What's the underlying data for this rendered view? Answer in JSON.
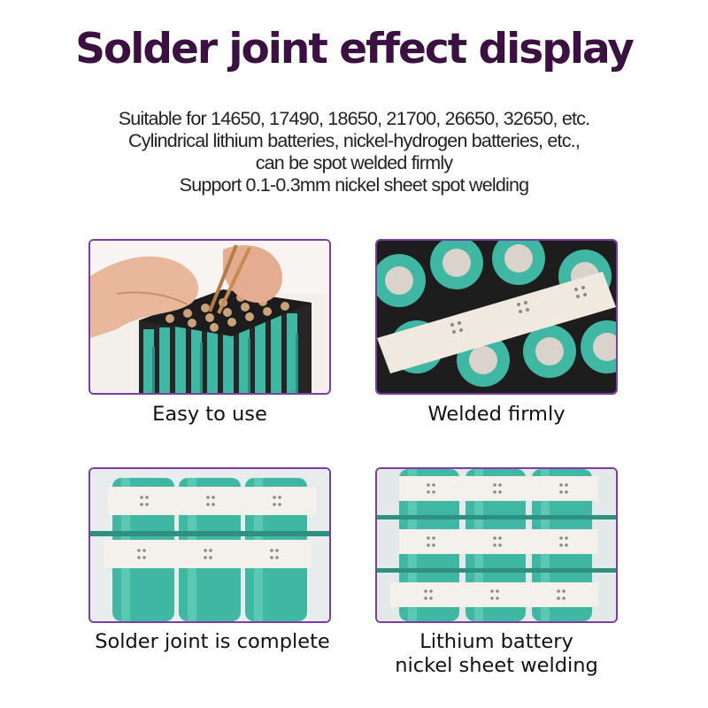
{
  "title": "Solder joint effect display",
  "subtitle_lines": [
    "Suitable for 14650, 17490, 18650, 21700, 26650, 32650, etc.",
    "Cylindrical lithium batteries, nickel-hydrogen batteries, etc.,",
    "can be spot welded firmly",
    "Support 0.1-0.3mm nickel sheet spot welding"
  ],
  "panels": [
    {
      "caption": "Easy to use"
    },
    {
      "caption": "Welded firmly"
    },
    {
      "caption": "Solder joint is complete"
    },
    {
      "caption_lines": [
        "Lithium battery",
        "nickel sheet welding"
      ]
    }
  ],
  "colors": {
    "title": "#3a1140",
    "panel_border": "#7b3fa3",
    "battery_teal": "#3fb7a3",
    "nickel_strip": "#efe9df"
  }
}
